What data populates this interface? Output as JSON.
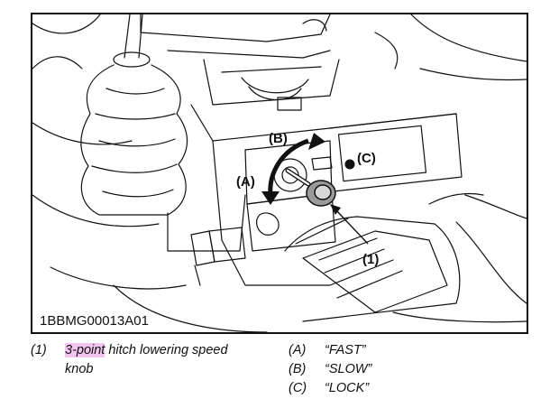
{
  "figure": {
    "id": "1BBMG00013A01",
    "callouts": {
      "a": "(A)",
      "b": "(B)",
      "c": "(C)",
      "one": "(1)"
    },
    "lock_dot_color": "#111111",
    "highlight_color": "#f2c4f0"
  },
  "legend": {
    "part": {
      "num": "(1)",
      "highlight": "3-point",
      "rest_line1": " hitch lowering speed",
      "line2": "knob"
    },
    "positions": [
      {
        "letter": "(A)",
        "label": "“FAST”"
      },
      {
        "letter": "(B)",
        "label": "“SLOW”"
      },
      {
        "letter": "(C)",
        "label": "“LOCK”"
      }
    ]
  }
}
